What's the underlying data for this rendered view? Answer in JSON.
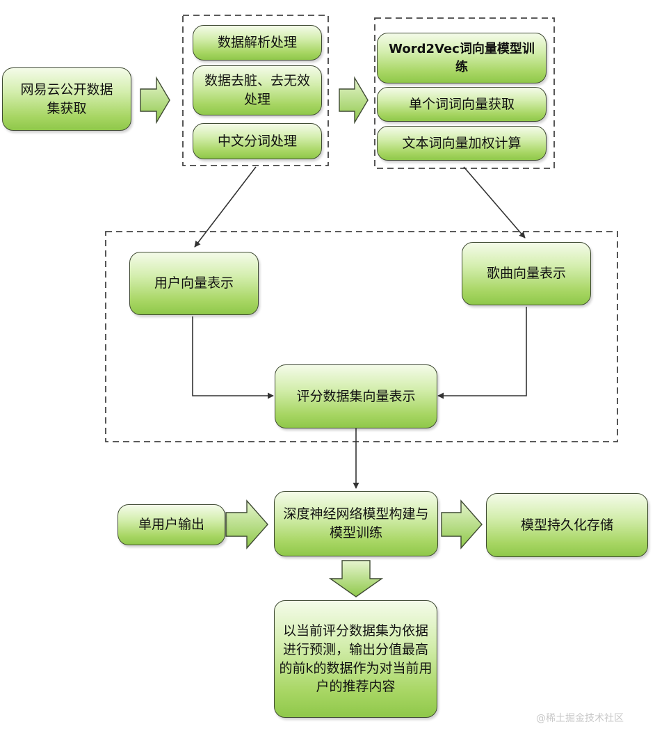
{
  "nodes": {
    "dataset": "网易云公开数据集获取",
    "parse": "数据解析处理",
    "clean": "数据去脏、去无效处理",
    "segment": "中文分词处理",
    "w2v": "Word2Vec词向量模型训练",
    "single_word": "单个词词向量获取",
    "text_vec": "文本词向量加权计算",
    "user_vec": "用户向量表示",
    "song_vec": "歌曲向量表示",
    "rating_vec": "评分数据集向量表示",
    "dnn": "深度神经网络模型构建与模型训练",
    "single_user": "单用户输出",
    "persist": "模型持久化存储",
    "predict": "以当前评分数据集为依据进行预测，输出分值最高的前k的数据作为对当前用户的推荐内容"
  },
  "watermark": "@稀土掘金技术社区",
  "colors": {
    "box_top": "#f4fbe9",
    "box_bottom": "#8fc84a",
    "border": "#3f4a33",
    "arrow_fill": "#a8d664"
  }
}
